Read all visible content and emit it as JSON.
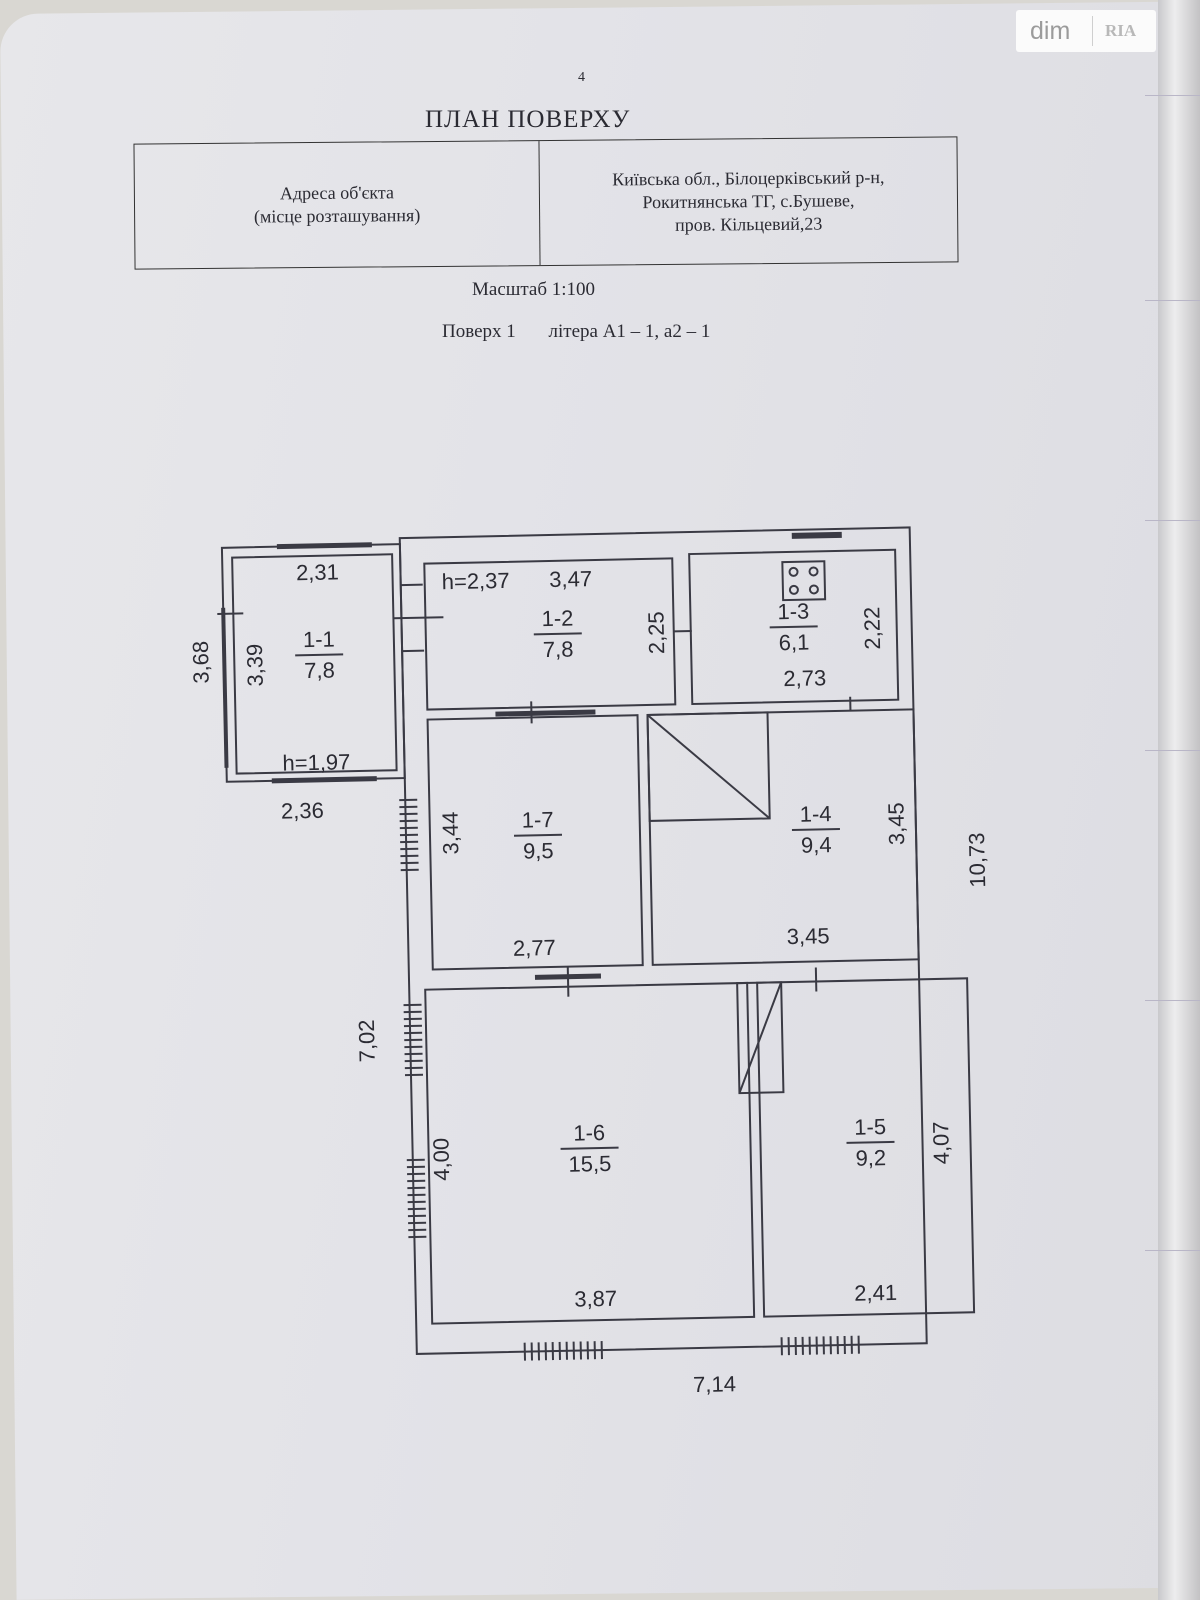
{
  "page_number": "4",
  "title": "ПЛАН ПОВЕРХУ",
  "address_table": {
    "label_line1": "Адреса об'єкта",
    "label_line2": "(місце розташування)",
    "value_line1": "Київська обл., Білоцерківський р-н,",
    "value_line2": "Рокитнянська ТГ, с.Бушеве,",
    "value_line3": "пров. Кільцевий,23"
  },
  "scale": "Масштаб 1:100",
  "floor_label": "Поверх 1",
  "litera": "літера А1 – 1, а2 – 1",
  "watermark": {
    "dim": "dim",
    "ria": "RIA"
  },
  "rooms": [
    {
      "id": "1-1",
      "area": "7,8"
    },
    {
      "id": "1-2",
      "area": "7,8"
    },
    {
      "id": "1-3",
      "area": "6,1"
    },
    {
      "id": "1-4",
      "area": "9,4"
    },
    {
      "id": "1-5",
      "area": "9,2"
    },
    {
      "id": "1-6",
      "area": "15,5"
    },
    {
      "id": "1-7",
      "area": "9,5"
    }
  ],
  "dimensions": {
    "r1_width": "2,31",
    "r1_height": "3,39",
    "r1_ceiling": "h=1,97",
    "annex_outer_height": "3,68",
    "annex_outer_width": "2,36",
    "r2_ceiling": "h=2,37",
    "r2_width": "3,47",
    "r2_height": "2,25",
    "r3_height": "2,22",
    "r3_width": "2,73",
    "r7_height": "3,44",
    "r7_width": "2,77",
    "r4_height": "3,45",
    "r4_width": "3,45",
    "house_outer_height": "10,73",
    "annex_to_bottom": "7,02",
    "r6_height": "4,00",
    "r6_width": "3,87",
    "r5_height": "4,07",
    "r5_width": "2,41",
    "house_outer_width": "7,14"
  },
  "colors": {
    "paper": "#e4e4e8",
    "ink": "#2b2b33",
    "line": "#3a3a44"
  }
}
